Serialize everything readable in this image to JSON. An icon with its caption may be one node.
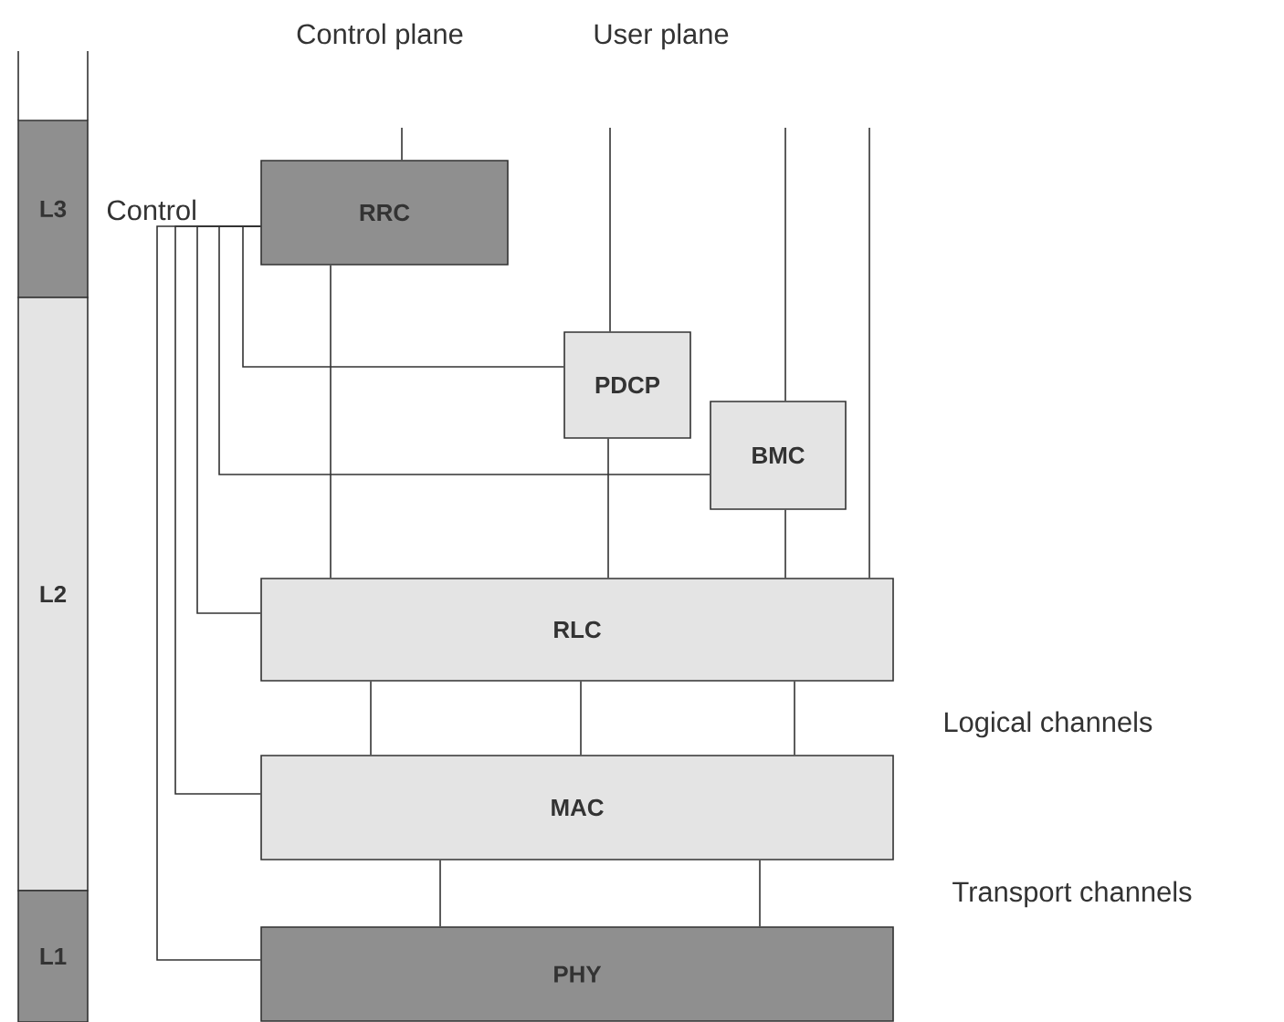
{
  "diagram": {
    "nodes": [
      {
        "text": [
          "L3"
        ]
      },
      {
        "text": [
          "L2"
        ]
      },
      {
        "text": [
          "L1"
        ]
      },
      {
        "text": [
          "RRC"
        ]
      },
      {
        "text": [
          "PDCP"
        ]
      },
      {
        "text": [
          "BMC"
        ]
      },
      {
        "text": [
          "RLC"
        ]
      },
      {
        "text": [
          "MAC"
        ]
      },
      {
        "text": [
          "PHY"
        ]
      }
    ],
    "edges": [
      {
        "from": null,
        "to": 3,
        "arrow": "none"
      },
      {
        "from": null,
        "to": 4,
        "arrow": "none"
      },
      {
        "from": null,
        "to": 5,
        "arrow": "none"
      },
      {
        "from": null,
        "to": 6,
        "arrow": "none"
      },
      {
        "from": 3,
        "to": 4,
        "arrow": "none"
      },
      {
        "from": 3,
        "to": 5,
        "arrow": "none"
      },
      {
        "from": 3,
        "to": 6,
        "arrow": "none"
      },
      {
        "from": 3,
        "to": 7,
        "arrow": "none"
      },
      {
        "from": 3,
        "to": 8,
        "arrow": "none"
      },
      {
        "from": 3,
        "to": 6,
        "arrow": "none"
      },
      {
        "from": 4,
        "to": 6,
        "arrow": "none"
      },
      {
        "from": 5,
        "to": 6,
        "arrow": "none"
      },
      {
        "from": 6,
        "to": 7,
        "arrow": "none"
      },
      {
        "from": 6,
        "to": 7,
        "arrow": "none"
      },
      {
        "from": 6,
        "to": 7,
        "arrow": "none"
      },
      {
        "from": 7,
        "to": 8,
        "arrow": "none"
      },
      {
        "from": 7,
        "to": 8,
        "arrow": "none"
      }
    ],
    "labels": [
      "Control plane",
      "User plane",
      "Control",
      "Logical channels",
      "Transport channels"
    ]
  }
}
